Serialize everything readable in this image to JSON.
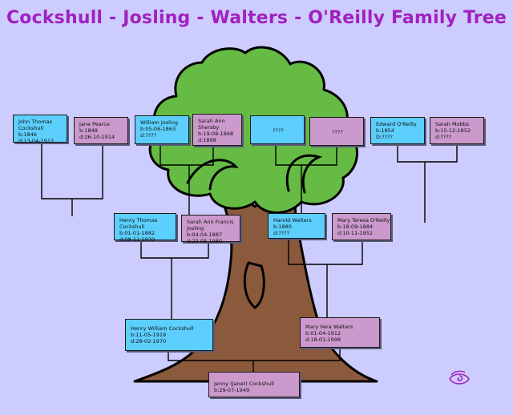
{
  "title": "Cockshull - Josling - Walters - O'Reilly Family Tree",
  "colors": {
    "background": "#ccccff",
    "title": "#a020c0",
    "male_box": "#5ccfff",
    "female_box": "#cc99cc",
    "foliage": "#66bb44",
    "trunk": "#8b5a3c",
    "lines": "#000000"
  },
  "people": {
    "john_thomas": {
      "name": "John Thomas Cockshull",
      "birth": "b:1846",
      "death": "d:13-04-1912"
    },
    "jane_pearce": {
      "name": "Jane Pearce",
      "birth": "b:1848",
      "death": "d:26-10-1914"
    },
    "william_josling": {
      "name": "William Josling",
      "birth": "b:05-06-1863",
      "death": "d:????"
    },
    "sarah_ann_shersby": {
      "name": "Sarah Ann Shersby",
      "birth": "b:19-08-1868",
      "death": "d:1898"
    },
    "unknown_1": {
      "name": "????"
    },
    "unknown_2": {
      "name": "????"
    },
    "edward_oreilly": {
      "name": "Edward O'Reilly",
      "birth": "b:1854",
      "death": "D:????"
    },
    "sarah_mobbs": {
      "name": "Sarah Mobbs",
      "birth": "b:15-12-1852",
      "death": "d:????"
    },
    "henry_thomas": {
      "name": "Henry Thomas Cockshull",
      "birth": "b:01-01-1882",
      "death": "d:08-11-1970"
    },
    "sarah_ann_francis": {
      "name": "Sarah Ann Francis Josling",
      "birth": "b:04-04-1887",
      "death": "d:23-05-1980"
    },
    "harold_walters": {
      "name": "Harold Walters",
      "birth": "b:1880",
      "death": "d:????"
    },
    "mary_teresa": {
      "name": "Mary Teresa O'Reilly",
      "birth": "b:18-09-1884",
      "death": "d:10-11-1952"
    },
    "henry_william": {
      "name": "Henry William Cockshull",
      "birth": "b:11-05-1919",
      "death": "d:28-02-1970"
    },
    "mary_vera": {
      "name": "Mary Vera Walters",
      "birth": "b:01-04-1912",
      "death": "d:18-01-1998"
    },
    "jenny": {
      "name": "Jenny (Janet) Cockshull",
      "birth": "b:29-07-1949"
    }
  },
  "logo_icon": "swirl-eye-icon"
}
